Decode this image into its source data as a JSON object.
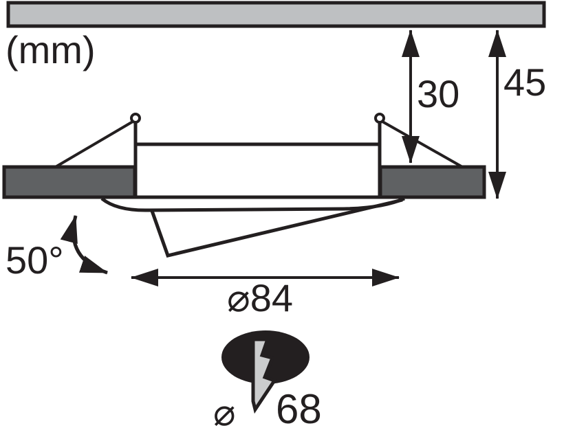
{
  "diagram": {
    "unit_label": "(mm)",
    "dimensions": {
      "recess_depth": "30",
      "total_height": "45",
      "swivel_angle": "50°",
      "outer_diameter": "⌀84",
      "cutout_prefix": "⌀",
      "cutout_diameter": "68"
    },
    "colors": {
      "ceiling_fill": "#bec0c2",
      "flange_fill": "#5f6163",
      "bolt_fill": "#cbcccd",
      "ink": "#231f20",
      "background": "#ffffff"
    },
    "icons": {
      "cutout_hole": "ceiling-cutout-ellipse",
      "bolt": "lightning-bolt-icon"
    }
  }
}
